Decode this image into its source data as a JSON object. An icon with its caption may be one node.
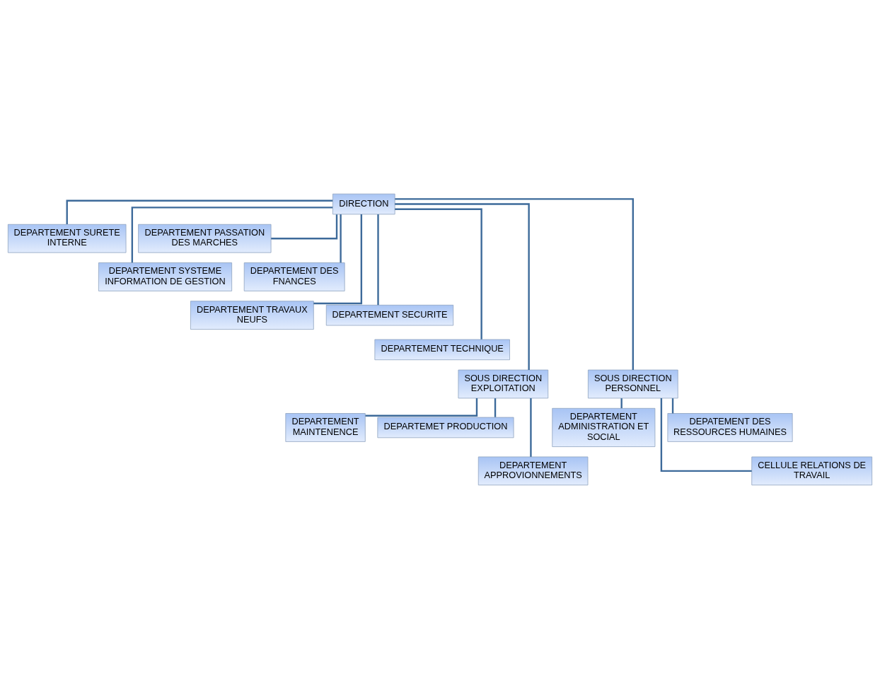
{
  "diagram": {
    "nodes": [
      {
        "text": [
          "DIRECTION"
        ]
      },
      {
        "text": [
          "DEPARTEMENT SURETE INTERNE"
        ]
      },
      {
        "text": [
          "DEPARTEMENT PASSATION DES MARCHES"
        ]
      },
      {
        "text": [
          "DEPARTEMENT SYSTEME INFORMATION DE GESTION"
        ]
      },
      {
        "text": [
          "DEPARTEMENT DES FNANCES"
        ]
      },
      {
        "text": [
          "DEPARTEMENT TRAVAUX NEUFS"
        ]
      },
      {
        "text": [
          "DEPARTEMENT SECURITE"
        ]
      },
      {
        "text": [
          "DEPARTEMENT TECHNIQUE"
        ]
      },
      {
        "text": [
          "SOUS DIRECTION EXPLOITATION"
        ]
      },
      {
        "text": [
          "SOUS DIRECTION PERSONNEL"
        ]
      },
      {
        "text": [
          "DEPARTEMENT MAINTENENCE"
        ]
      },
      {
        "text": [
          "DEPARTEMET PRODUCTION"
        ]
      },
      {
        "text": [
          "DEPARTEMENT ADMINISTRATION ET SOCIAL"
        ]
      },
      {
        "text": [
          "DEPATEMENT DES RESSOURCES HUMAINES"
        ]
      },
      {
        "text": [
          "DEPARTEMENT APPROVIONNEMENTS"
        ]
      },
      {
        "text": [
          "CELLULE RELATIONS DE TRAVAIL"
        ]
      }
    ],
    "edges": [
      {
        "from": 0,
        "to": 1,
        "arrow": "none"
      },
      {
        "from": 0,
        "to": 2,
        "arrow": "none"
      },
      {
        "from": 0,
        "to": 3,
        "arrow": "none"
      },
      {
        "from": 0,
        "to": 4,
        "arrow": "none"
      },
      {
        "from": 0,
        "to": 5,
        "arrow": "none"
      },
      {
        "from": 0,
        "to": 6,
        "arrow": "none"
      },
      {
        "from": 0,
        "to": 7,
        "arrow": "none"
      },
      {
        "from": 0,
        "to": 8,
        "arrow": "none"
      },
      {
        "from": 0,
        "to": 9,
        "arrow": "none"
      },
      {
        "from": 8,
        "to": 10,
        "arrow": "none"
      },
      {
        "from": 8,
        "to": 11,
        "arrow": "none"
      },
      {
        "from": 8,
        "to": 14,
        "arrow": "none"
      },
      {
        "from": 9,
        "to": 12,
        "arrow": "none"
      },
      {
        "from": 9,
        "to": 13,
        "arrow": "none"
      },
      {
        "from": 9,
        "to": 15,
        "arrow": "none"
      }
    ]
  }
}
